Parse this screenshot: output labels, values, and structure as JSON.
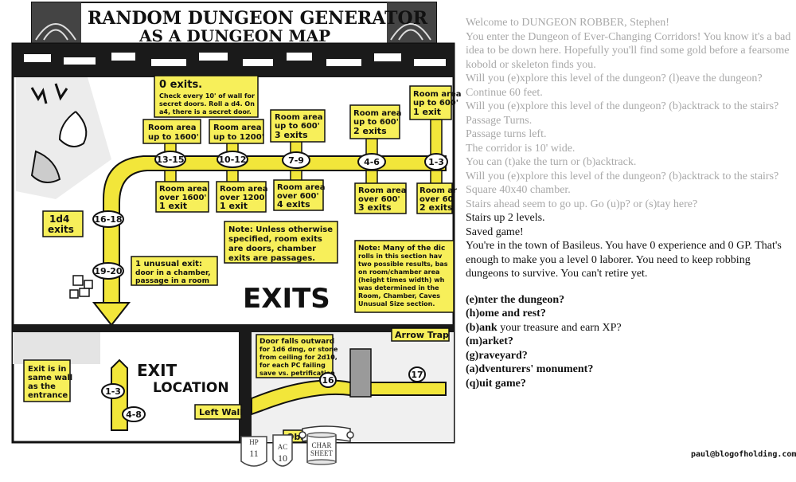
{
  "map": {
    "title_line1": "RANDOM DUNGEON GENERATOR",
    "title_line2": "AS A DUNGEON MAP",
    "notes": {
      "zero_exits_title": "0 exits.",
      "zero_exits_body": [
        "Check every 10' of wall for",
        "secret doors. Roll a d4. On",
        "a4, there is a secret door."
      ],
      "room_1600": [
        "Room area",
        "up to 1600'"
      ],
      "room_1200": [
        "Room area",
        "up to 1200'"
      ],
      "room_600_3": [
        "Room area",
        "up to 600'",
        "3 exits"
      ],
      "room_600_2": [
        "Room area",
        "up to 600'",
        "2 exits"
      ],
      "room_600_1": [
        "Room area",
        "up to 600'",
        "1 exit"
      ],
      "over_1600": [
        "Room area",
        "over 1600'",
        "1 exit"
      ],
      "over_1200": [
        "Room area",
        "over 1200'",
        "1 exit"
      ],
      "over_600_4": [
        "Room area",
        "over 600'",
        "4 exits"
      ],
      "over_600_3": [
        "Room area",
        "over 600'",
        "3 exits"
      ],
      "over_600_2": [
        "Room ar",
        "over 60",
        "2 exits"
      ],
      "d4_exits": [
        "1d4",
        "exits"
      ],
      "unusual_exit": [
        "1 unusual exit:",
        "door in a chamber,",
        "passage in a room"
      ],
      "note_unless": [
        "Note: Unless otherwise",
        "specified, room exits",
        "are doors, chamber",
        "exits are passages."
      ],
      "note_many": [
        "Note: Many of the dic",
        "rolls in this section hav",
        "two possible results, bas",
        "on room/chamber area",
        "(height times width) wh",
        "was determined in the",
        "Room, Chamber, Caves",
        "Unusual Size section."
      ],
      "exits_heading": "EXITS",
      "exit_location": [
        "EXIT",
        "LOCATION"
      ],
      "exit_same_wall": [
        "Exit is in",
        "same wall",
        "as the",
        "entrance"
      ],
      "left_wall": "Left Wall",
      "door_falls": [
        "Door falls outward",
        "for 1d6 dmg, or stone",
        "from ceiling for 2d10,",
        "for each PC failing",
        "save vs. petrification"
      ],
      "arrow_trap": "Arrow Trap",
      "obs": "Obs"
    },
    "ranges": [
      "13-15",
      "10-12",
      "7-9",
      "4-6",
      "1-3",
      "16-18",
      "19-20",
      "1-3",
      "4-8",
      "16",
      "17"
    ]
  },
  "log": {
    "old_lines": [
      "Welcome to DUNGEON ROBBER, Stephen!",
      "You enter the Dungeon of Ever-Changing Corridors! You know it's a bad idea to be down here. Hopefully you'll find some gold before a fearsome kobold or skeleton finds you.",
      "Will you (e)xplore this level of the dungeon? (l)eave the dungeon?",
      "Continue 60 feet.",
      "Will you (e)xplore this level of the dungeon? (b)acktrack to the stairs?",
      "Passage Turns.",
      "Passage turns left.",
      "The corridor is 10' wide.",
      "You can (t)ake the turn or (b)acktrack.",
      "Will you (e)xplore this level of the dungeon? (b)acktrack to the stairs?",
      "Square 40x40 chamber.",
      "Stairs ahead seem to go up. Go (u)p? or (s)tay here?"
    ],
    "new_lines": [
      "Stairs up 2 levels.",
      "Saved game!",
      "You're in the town of Basileus. You have 0 experience and 0 GP. That's enough to make you a level 0 laborer. You need to keep robbing dungeons to survive. You can't retire yet."
    ],
    "menu": [
      {
        "key": "(e)nter the dungeon?",
        "rest": ""
      },
      {
        "key": "(h)ome and rest?",
        "rest": ""
      },
      {
        "key": "(b)ank",
        "rest": " your treasure and earn XP?"
      },
      {
        "key": "(m)arket?",
        "rest": ""
      },
      {
        "key": "(g)raveyard?",
        "rest": ""
      },
      {
        "key": "(a)dventurers' monument?",
        "rest": ""
      },
      {
        "key": "(q)uit game?",
        "rest": ""
      }
    ]
  },
  "stats": {
    "hp_label": "HP",
    "hp_value": "11",
    "ac_label": "AC",
    "ac_value": "10",
    "sheet_label_1": "CHAR",
    "sheet_label_2": "SHEET"
  },
  "credit": "paul@blogofholding.com",
  "colors": {
    "corridor": "#f2e63a",
    "note": "#f7ef5a",
    "ink": "#111111",
    "old_text": "#a8a8a8"
  }
}
